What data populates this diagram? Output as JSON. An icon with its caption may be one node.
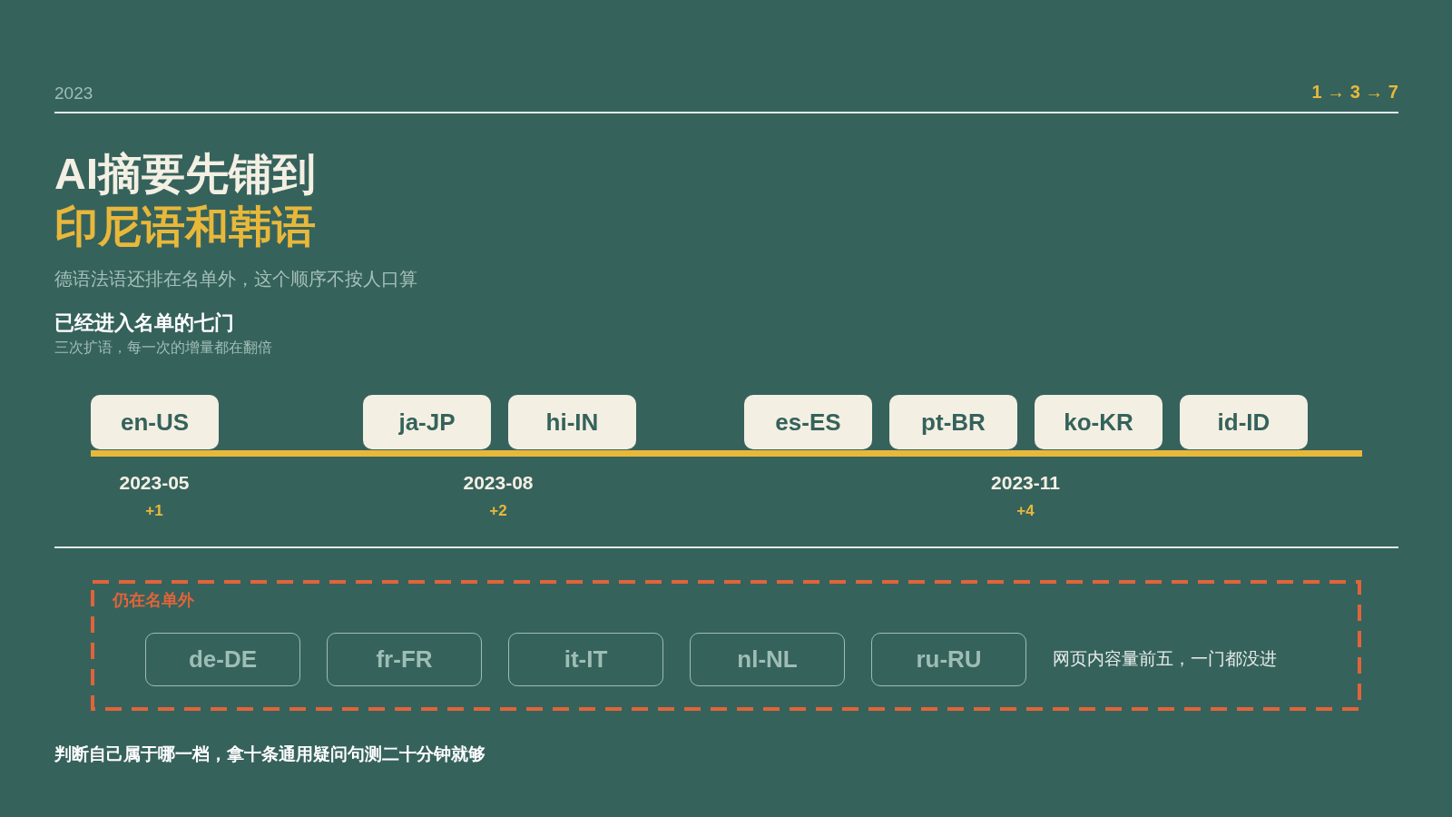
{
  "diagram": {
    "title": "AI摘要先铺到印尼语和韩语",
    "nodes": [
      {
        "text": [
          "en-US"
        ]
      },
      {
        "text": [
          "ja-JP"
        ]
      },
      {
        "text": [
          "hi-IN"
        ]
      },
      {
        "text": [
          "es-ES"
        ]
      },
      {
        "text": [
          "pt-BR"
        ]
      },
      {
        "text": [
          "ko-KR"
        ]
      },
      {
        "text": [
          "id-ID"
        ]
      },
      {
        "text": [
          "仍在名单外",
          "网页内容量前五，一门都没进"
        ]
      },
      {
        "text": [
          "de-DE"
        ],
        "in": 7
      },
      {
        "text": [
          "fr-FR"
        ],
        "in": 7
      },
      {
        "text": [
          "it-IT"
        ],
        "in": 7
      },
      {
        "text": [
          "nl-NL"
        ],
        "in": 7
      },
      {
        "text": [
          "ru-RU"
        ],
        "in": 7
      }
    ],
    "edges": [],
    "labels": [
      "2023",
      "1 → 3 → 7",
      "德语法语还排在名单外，这个顺序不按人口算",
      "已经进入名单的七门",
      "三次扩语，每一次的增量都在翻倍",
      "2023-05",
      "+1",
      "2023-08",
      "+2",
      "2023-11",
      "+4",
      "判断自己属于哪一档，拿十条通用疑问句测二十分钟就够"
    ]
  }
}
